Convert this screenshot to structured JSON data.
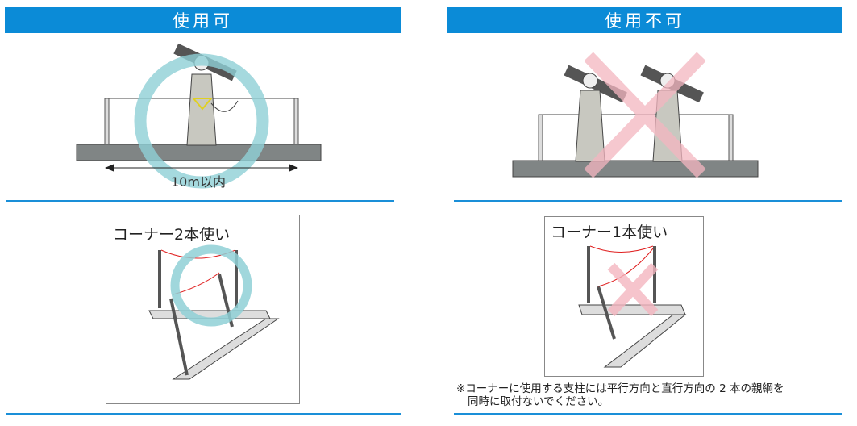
{
  "left": {
    "header": "使用可",
    "distance_label": "10m以内",
    "corner_label": "コーナー2本使い"
  },
  "right": {
    "header": "使用不可",
    "corner_label": "コーナー1本使い",
    "note_line1": "※コーナーに使用する支柱には平行方向と直行方向の 2 本の親綱を",
    "note_line2": "同時に取付ないでください。"
  },
  "colors": {
    "header": "#0b8bd7",
    "ok_circle": "#8fd0d6",
    "ng_cross": "#f4b6c0",
    "rope": "#e02020"
  }
}
